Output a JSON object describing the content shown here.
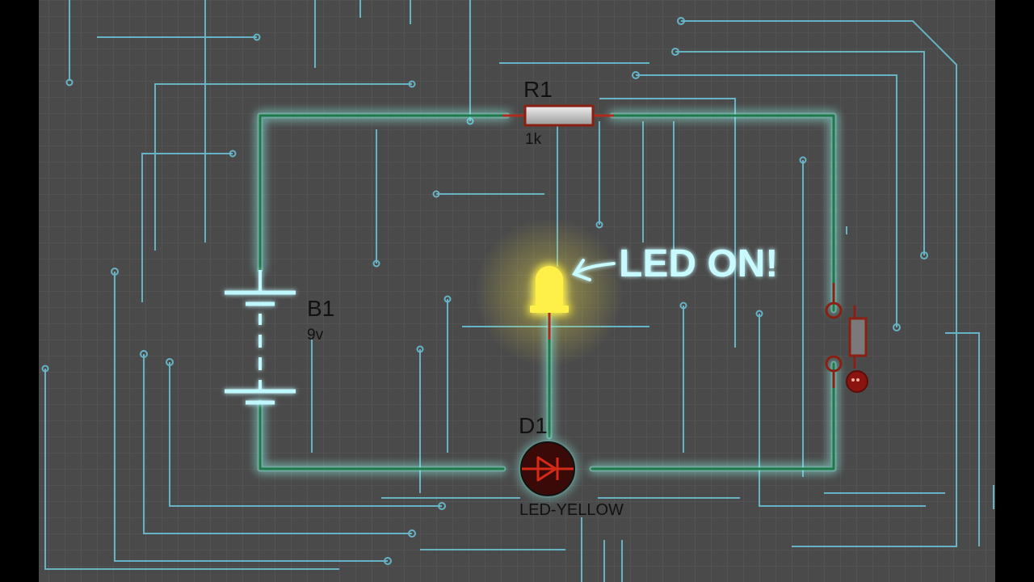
{
  "components": {
    "resistor": {
      "ref": "R1",
      "value": "1k"
    },
    "battery": {
      "ref": "B1",
      "value": "9v"
    },
    "diode": {
      "ref": "D1",
      "value": "LED-YELLOW"
    }
  },
  "callout": {
    "text": "LED ON!"
  },
  "colors": {
    "background": "#4a4a4a",
    "grid": "#585858",
    "trace": "#7fd8ea",
    "wire": "#1f7a4a",
    "wire_glow": "#8ff5e8",
    "led": "#fff04a",
    "callout": "#c8fbff",
    "diode_body": "#3a0a08",
    "diode_red": "#d62a18"
  },
  "icons": {
    "resistor": "resistor-symbol",
    "battery": "battery-symbol",
    "led": "led-bulb",
    "diode": "diode-symbol",
    "switch": "push-switch-symbol",
    "arrow": "curved-arrow"
  }
}
